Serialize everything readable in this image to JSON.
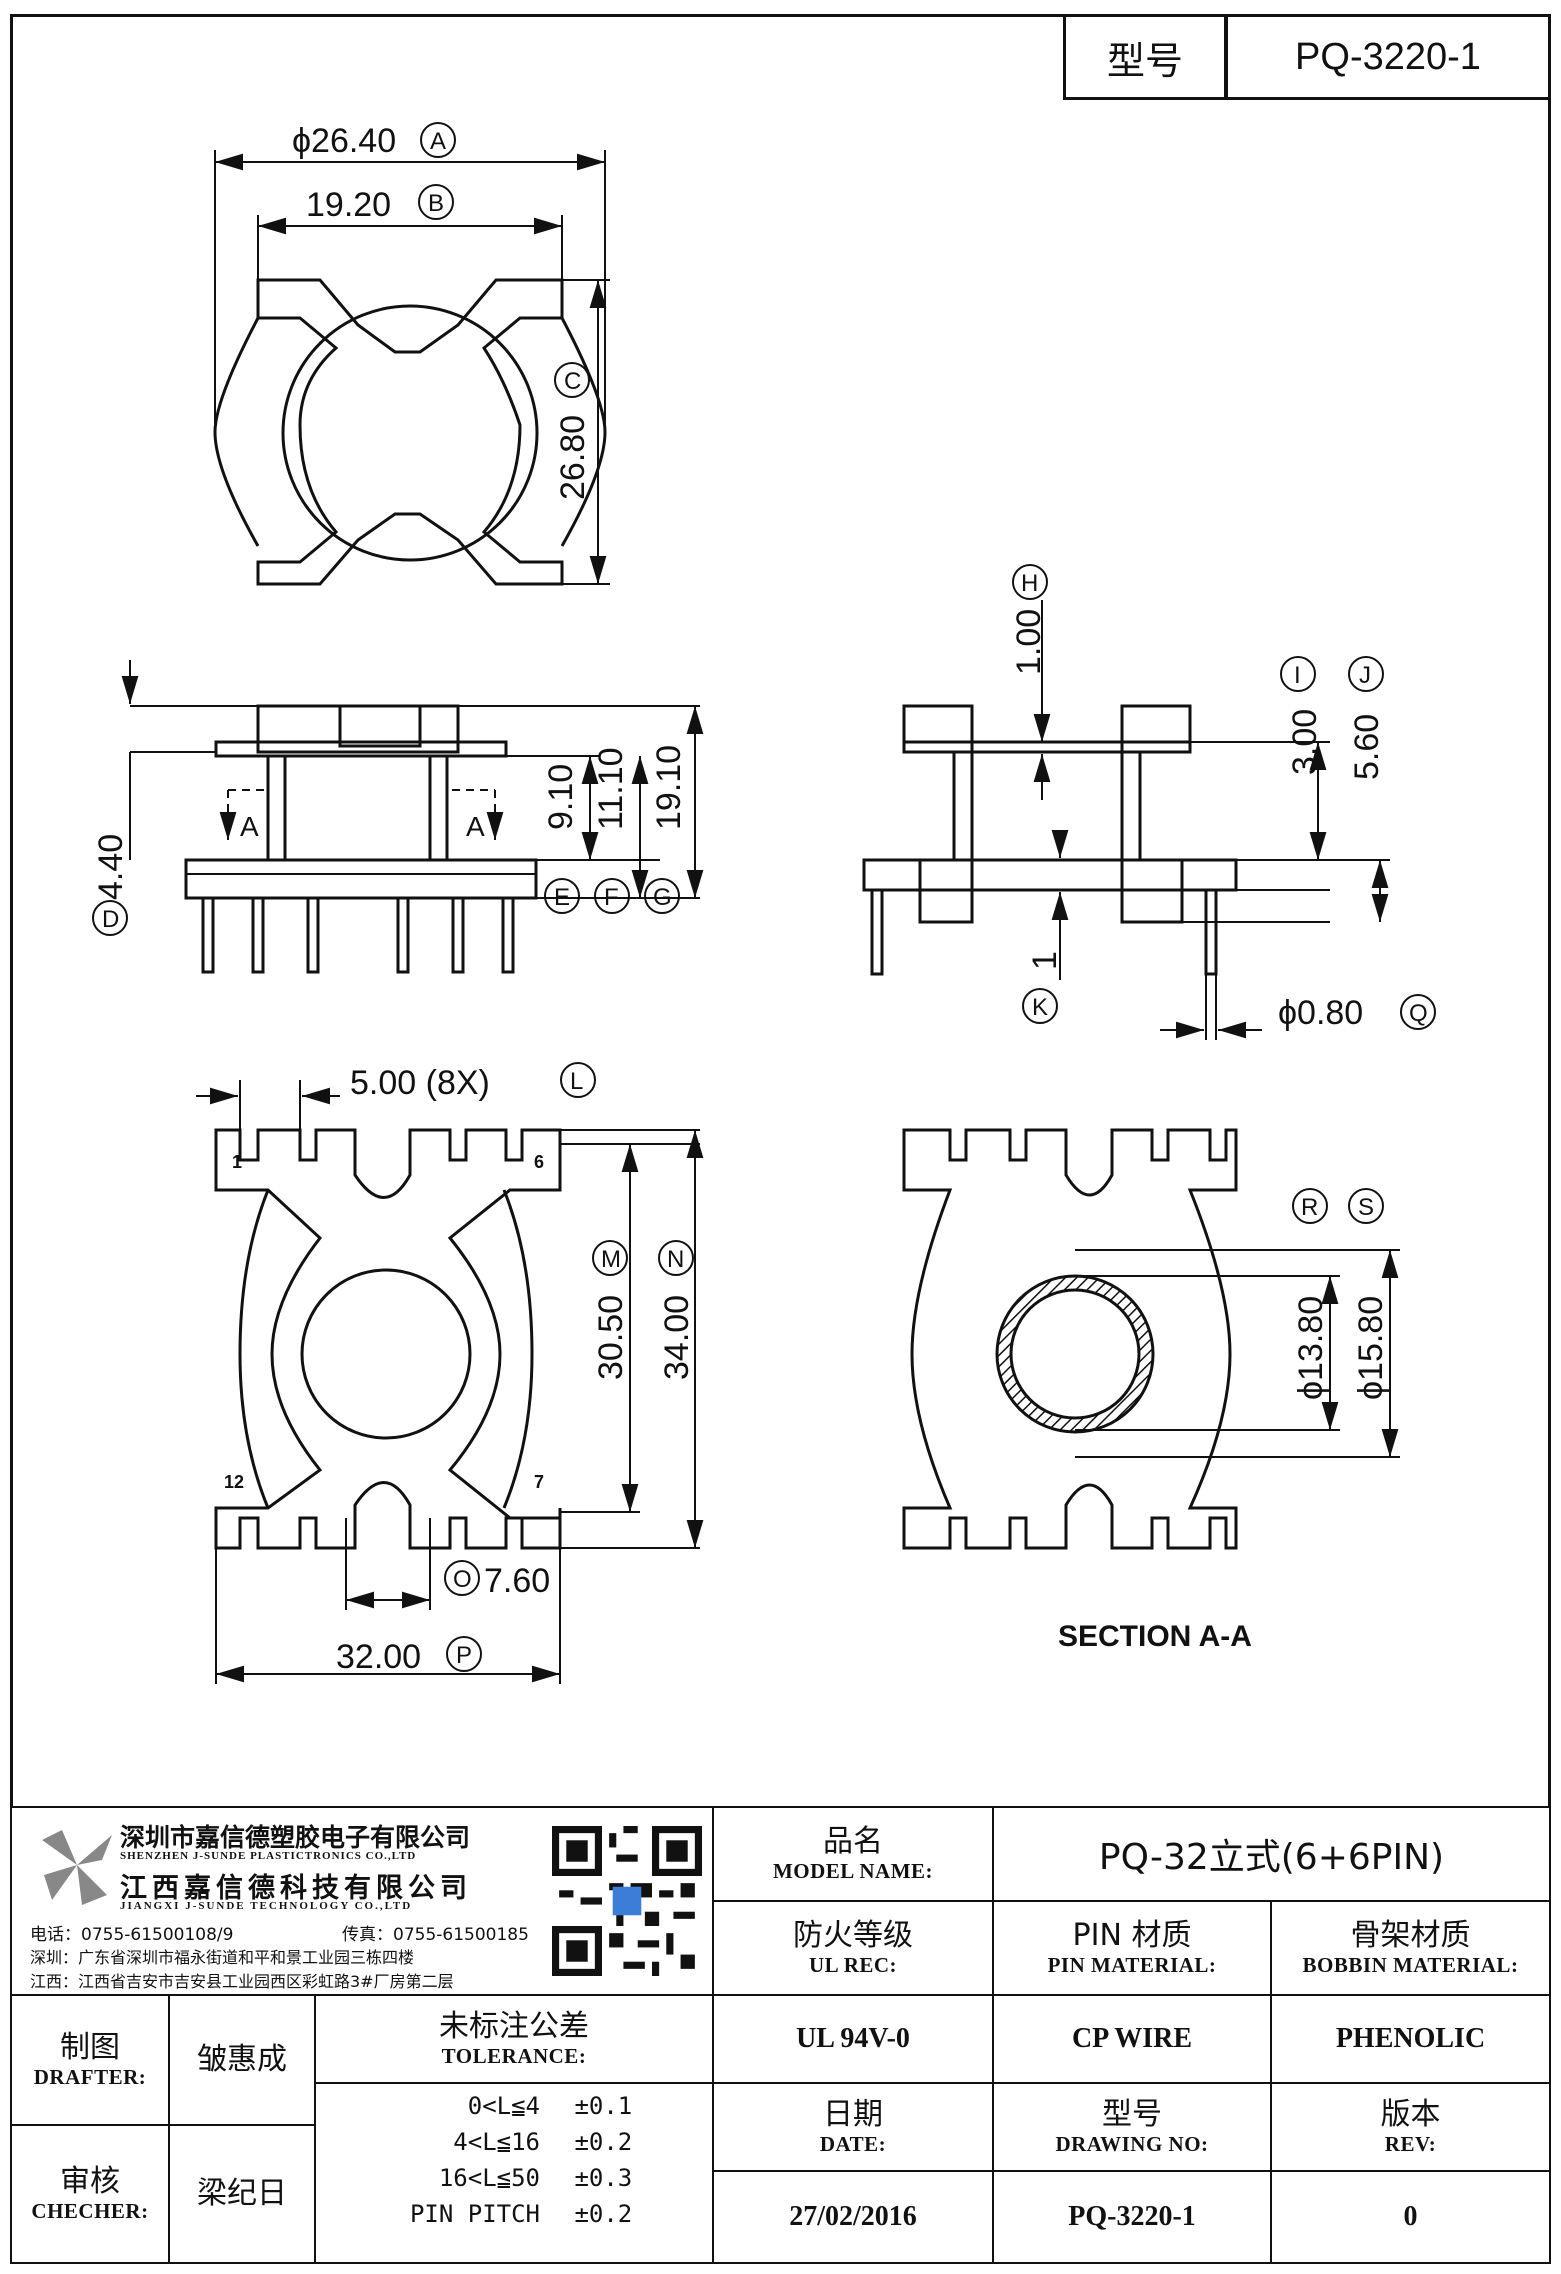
{
  "header": {
    "model_label": "型号",
    "model_value": "PQ-3220-1"
  },
  "drawing": {
    "top_view": {
      "dim_a": "ϕ26.40",
      "dim_a_tag": "A",
      "dim_b": "19.20",
      "dim_b_tag": "B",
      "dim_c": "26.80",
      "dim_c_tag": "C"
    },
    "side_view": {
      "dim_d": "4.40",
      "dim_d_tag": "D",
      "dim_e": "9.10",
      "dim_e_tag": "E",
      "dim_f": "11.10",
      "dim_f_tag": "F",
      "dim_g": "19.10",
      "dim_g_tag": "G",
      "section_mark": "A"
    },
    "section_side": {
      "dim_h": "1.00",
      "dim_h_tag": "H",
      "dim_i": "3.00",
      "dim_i_tag": "I",
      "dim_j": "5.60",
      "dim_j_tag": "J",
      "dim_k": "1",
      "dim_k_tag": "K",
      "dim_q": "ϕ0.80",
      "dim_q_tag": "Q"
    },
    "bottom_view": {
      "dim_l": "5.00 (8X)",
      "dim_l_tag": "L",
      "dim_m": "30.50",
      "dim_m_tag": "M",
      "dim_n": "34.00",
      "dim_n_tag": "N",
      "dim_o": "7.60",
      "dim_o_tag": "O",
      "dim_p": "32.00",
      "dim_p_tag": "P",
      "pin_1": "1",
      "pin_6": "6",
      "pin_7": "7",
      "pin_12": "12"
    },
    "section_view": {
      "dim_r": "ϕ13.80",
      "dim_r_tag": "R",
      "dim_s": "ϕ15.80",
      "dim_s_tag": "S",
      "title": "SECTION A-A"
    }
  },
  "company": {
    "name_cn_1": "深圳市嘉信德塑胶电子有限公司",
    "name_en_1": "SHENZHEN J-SUNDE PLASTICTRONICS CO.,LTD",
    "name_cn_2": "江西嘉信德科技有限公司",
    "name_en_2": "JIANGXI J-SUNDE TECHNOLOGY CO.,LTD",
    "tel": "电话：0755-61500108/9",
    "fax": "传真：0755-61500185",
    "addr_sz": "深圳：广东省深圳市福永街道和平和景工业园三栋四楼",
    "addr_jx": "江西：江西省吉安市吉安县工业园西区彩虹路3#厂房第二层"
  },
  "title_block": {
    "product_name_cn": "品名",
    "product_name_en": "MODEL NAME:",
    "product_name_value": "PQ-32立式(6+6PIN)",
    "ul_cn": "防火等级",
    "ul_en": "UL REC:",
    "ul_value": "UL 94V-0",
    "pin_mat_cn": "PIN 材质",
    "pin_mat_en": "PIN MATERIAL:",
    "pin_mat_value": "CP WIRE",
    "bobbin_mat_cn": "骨架材质",
    "bobbin_mat_en": "BOBBIN MATERIAL:",
    "bobbin_mat_value": "PHENOLIC",
    "drafter_cn": "制图",
    "drafter_en": "DRAFTER:",
    "drafter_value": "皱惠成",
    "checker_cn": "审核",
    "checker_en": "CHECHER:",
    "checker_value": "梁纪日",
    "tolerance_cn": "未标注公差",
    "tolerance_en": "TOLERANCE:",
    "tolerances": [
      {
        "range": "0<L≦4",
        "value": "±0.1"
      },
      {
        "range": "4<L≦16",
        "value": "±0.2"
      },
      {
        "range": "16<L≦50",
        "value": "±0.3"
      },
      {
        "range": "PIN PITCH",
        "value": "±0.2"
      }
    ],
    "date_cn": "日期",
    "date_en": "DATE:",
    "date_value": "27/02/2016",
    "drawing_no_cn": "型号",
    "drawing_no_en": "DRAWING NO:",
    "drawing_no_value": "PQ-3220-1",
    "rev_cn": "版本",
    "rev_en": "REV:",
    "rev_value": "0"
  }
}
